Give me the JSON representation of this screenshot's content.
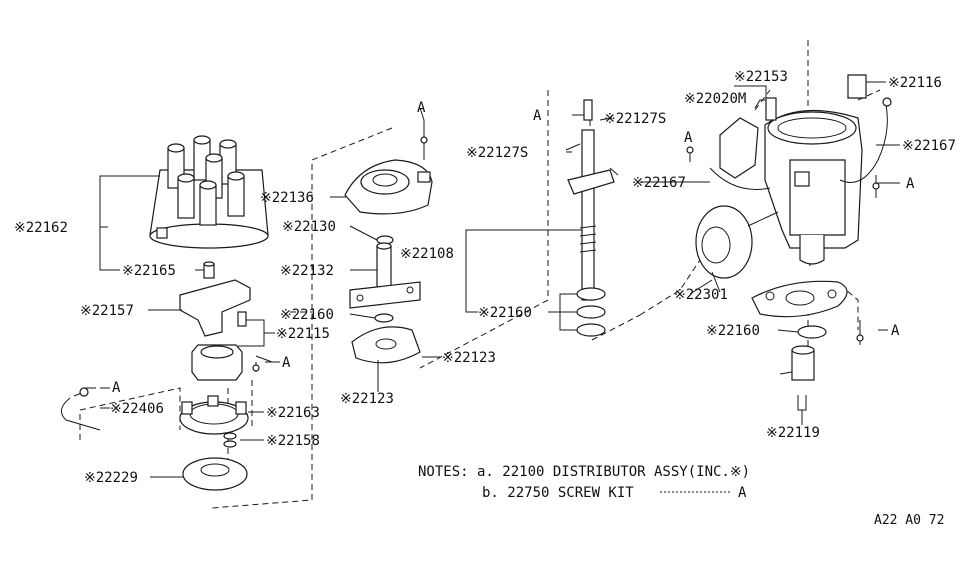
{
  "labels": {
    "p22162": "※22162",
    "p22165": "※22165",
    "p22157": "※22157",
    "p22115": "※22115",
    "p22406": "※22406",
    "p22163": "※22163",
    "p22158": "※22158",
    "p22229": "※22229",
    "p22136": "※22136",
    "p22130": "※22130",
    "p22132": "※22132",
    "p22160a": "※22160",
    "p22123a": "※22123",
    "p22123b": "※22123",
    "p22108": "※22108",
    "p22160b": "※22160",
    "p22127s_a": "※22127S",
    "p22127s_b": "※22127S",
    "p22020m": "※22020M",
    "p22153": "※22153",
    "p22116": "※22116",
    "p22167a": "※22167",
    "p22167b": "※22167",
    "p22301": "※22301",
    "p22160c": "※22160",
    "p22119": "※22119"
  },
  "refs": {
    "a1": "A",
    "a2": "A",
    "a3": "A",
    "a4": "A",
    "a5": "A",
    "a6": "A",
    "a7": "A"
  },
  "notes": {
    "line1": "NOTES: a. 22100 DISTRIBUTOR ASSY(INC.※)",
    "line2_prefix": "b. 22750 SCREW KIT",
    "line2_ref": "A"
  },
  "diagram_code": "A22 A0 72"
}
